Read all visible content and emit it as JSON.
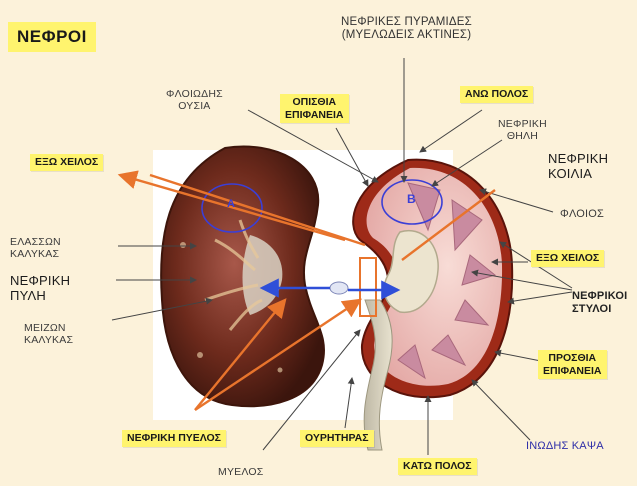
{
  "title": "ΝΕΦΡΟΙ",
  "labels": {
    "pyramids_line1": "ΝΕΦΡΙΚΕΣ ΠΥΡΑΜΙΔΕΣ",
    "pyramids_line2": "(ΜΥΕΛΩΔΕΙΣ ΑΚΤΙΝΕΣ)",
    "medulla_line1": "ΦΛΟΙΩΔΗΣ",
    "medulla_line2": "ΟΥΣΙΑ",
    "posterior_line1": "ΟΠΙΣΘΙΑ",
    "posterior_line2": "ΕΠΙΦΑΝΕΙΑ",
    "upper_pole": "ΑΝΩ ΠΟΛΟΣ",
    "capsule_line1": "ΝΕΦΡΙΚΗ",
    "capsule_line2": "ΘΗΛΗ",
    "outer_lip_left": "ΕΞΩ ΧΕΙΛΟΣ",
    "sinus_line1": "ΝΕΦΡΙΚΗ",
    "sinus_line2": "ΚΟΙΛΙΑ",
    "cortex": "ΦΛΟΙΟΣ",
    "minor_calyx_line1": "ΕΛΑΣΣΩΝ",
    "minor_calyx_line2": "ΚΑΛΥΚΑΣ",
    "hilum_line1": "ΝΕΦΡΙΚΗ",
    "hilum_line2": "ΠΥΛΗ",
    "outer_lip_right": "ΕΞΩ ΧΕΙΛΟΣ",
    "columns_line1": "ΝΕΦΡΙΚΟΙ",
    "columns_line2": "ΣΤΥΛΟΙ",
    "major_calyx_line1": "ΜΕΙΖΩΝ",
    "major_calyx_line2": "ΚΑΛΥΚΑΣ",
    "anterior_line1": "ΠΡΟΣΘΙΑ",
    "anterior_line2": "ΕΠΙΦΑΝΕΙΑ",
    "pelvis": "ΝΕΦΡΙΚΗ ΠΥΕΛΟΣ",
    "ureter": "ΟΥΡΗΤΗΡΑΣ",
    "fibrous_capsule": "ΙΝΩΔΗΣ ΚΑΨΑ",
    "lower_pole": "ΚΑΤΩ ΠΟΛΟΣ",
    "medulla_bottom": "ΜΥΕΛΟΣ",
    "marker_left": "A",
    "marker_right": "B"
  },
  "colors": {
    "background": "#fcf2da",
    "label_box": "#fff46e",
    "arrow_orange": "#e8742c",
    "arrow_blue": "#2f4fd8",
    "kidney_photo": "#6a2c1c",
    "cortex": "#f0c9c7",
    "capsule": "#9e2a18",
    "pyramid": "#c98ba0"
  }
}
